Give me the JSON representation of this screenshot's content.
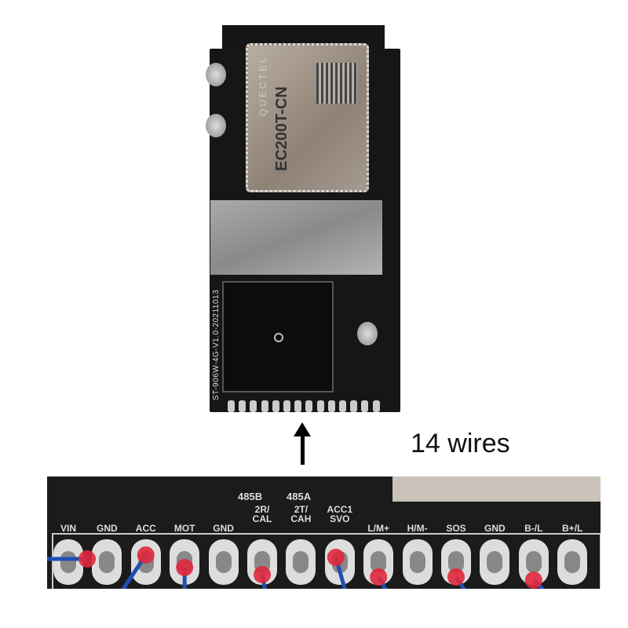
{
  "board": {
    "module_brand": "QUECTEL",
    "module_model": "EC200T-CN",
    "version_text": "ST-906W-4G-V1.0-20211013",
    "top_pin_count": 14
  },
  "annotation": {
    "wires_label": "14 wires"
  },
  "connector": {
    "top_labels": [
      "485B",
      "485A"
    ],
    "pins": [
      {
        "label": "VIN",
        "wired": true
      },
      {
        "label": "GND",
        "wired": false
      },
      {
        "label": "ACC",
        "wired": true
      },
      {
        "label": "MOT",
        "wired": true
      },
      {
        "label": "GND",
        "wired": false
      },
      {
        "label": "2R/ CAL",
        "wired": true
      },
      {
        "label": "2T/ CAH",
        "wired": false
      },
      {
        "label": "ACC1 SVO",
        "wired": true
      },
      {
        "label": "L/M+",
        "wired": true
      },
      {
        "label": "H/M-",
        "wired": false
      },
      {
        "label": "SOS",
        "wired": true
      },
      {
        "label": "GND",
        "wired": false
      },
      {
        "label": "B-/L",
        "wired": true
      },
      {
        "label": "B+/L",
        "wired": false
      }
    ]
  },
  "colors": {
    "wire": "#1f4fb5",
    "dot": "#e0283c",
    "pcb": "#161616"
  }
}
